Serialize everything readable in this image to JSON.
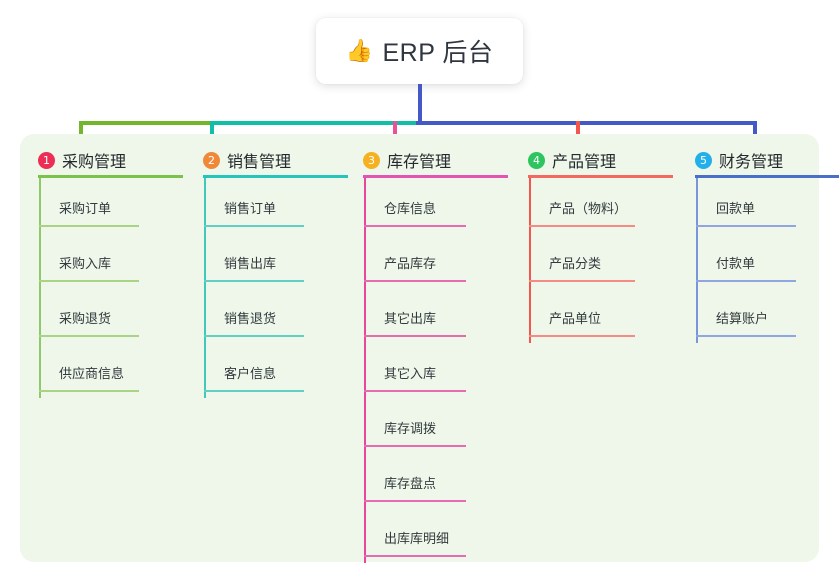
{
  "root": {
    "icon": "thumbs-up-icon",
    "icon_glyph": "👍",
    "title": "ERP 后台"
  },
  "palette": {
    "panel_background": "#eef7e9",
    "page_background": "#ffffff",
    "stem": "#4558c8",
    "connector_green": "#74b52e",
    "connector_teal": "#10bfa6",
    "connector_blue": "#4558c8",
    "drop_pink": "#ef4f95",
    "drop_red": "#f2564d"
  },
  "columns": [
    {
      "index": "1",
      "badge_color": "#ec2e57",
      "rule_color": "#7cc14a",
      "spine_color": "#8fc96b",
      "leaf_rule_color": "#a9d486",
      "title": "采购管理",
      "items": [
        "采购订单",
        "采购入库",
        "采购退货",
        "供应商信息"
      ]
    },
    {
      "index": "2",
      "badge_color": "#f0883a",
      "rule_color": "#25c5bb",
      "spine_color": "#3fc9bd",
      "leaf_rule_color": "#62cfc6",
      "title": "销售管理",
      "items": [
        "销售订单",
        "销售出库",
        "销售退货",
        "客户信息"
      ]
    },
    {
      "index": "3",
      "badge_color": "#f5b120",
      "rule_color": "#e255b0",
      "spine_color": "#e8479b",
      "leaf_rule_color": "#e76bb0",
      "title": "库存管理",
      "items": [
        "仓库信息",
        "产品库存",
        "其它出库",
        "其它入库",
        "库存调拨",
        "库存盘点",
        "出库库明细"
      ]
    },
    {
      "index": "4",
      "badge_color": "#2ec45f",
      "rule_color": "#f4695f",
      "spine_color": "#f2564d",
      "leaf_rule_color": "#f58b84",
      "title": "产品管理",
      "items": [
        "产品（物料）",
        "产品分类",
        "产品单位"
      ]
    },
    {
      "index": "5",
      "badge_color": "#22b0ea",
      "rule_color": "#4a6fc8",
      "spine_color": "#7a95da",
      "leaf_rule_color": "#8fa6e0",
      "title": "财务管理",
      "items": [
        "回款单",
        "付款单",
        "结算账户"
      ]
    }
  ]
}
